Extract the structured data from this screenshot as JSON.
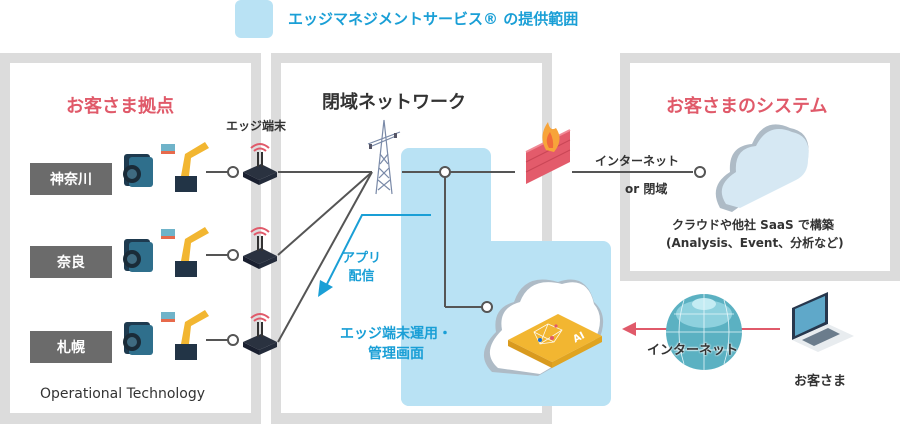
{
  "legend": {
    "label": "エッジマネジメントサービス® の提供範囲",
    "swatch_color": "#b9e2f4"
  },
  "customer_sites": {
    "title": "お客さま拠点",
    "edge_device_label": "エッジ端末",
    "sites": [
      {
        "name": "神奈川"
      },
      {
        "name": "奈良"
      },
      {
        "name": "札幌"
      }
    ],
    "footer": "Operational Technology"
  },
  "closed_network": {
    "title": "閉域ネットワーク",
    "app_delivery_label_line1": "アプリ",
    "app_delivery_label_line2": "配信",
    "management_label_line1": "エッジ端末運用・",
    "management_label_line2": "管理画面",
    "chip_label": "AI"
  },
  "connection": {
    "internet_label": "インターネット",
    "or_closed_label": "or 閉域"
  },
  "customer_system": {
    "title": "お客さまのシステム",
    "desc_line1": "クラウドや他社 SaaS で構築",
    "desc_line2": "(Analysis、Event、分析など)"
  },
  "customer_access": {
    "internet_label": "インターネット",
    "customer_label": "お客さま"
  },
  "colors": {
    "accent_blue": "#1a9fd6",
    "accent_red": "#e05a6a",
    "frame_gray": "#dcdcdc",
    "line_gray": "#555555"
  }
}
